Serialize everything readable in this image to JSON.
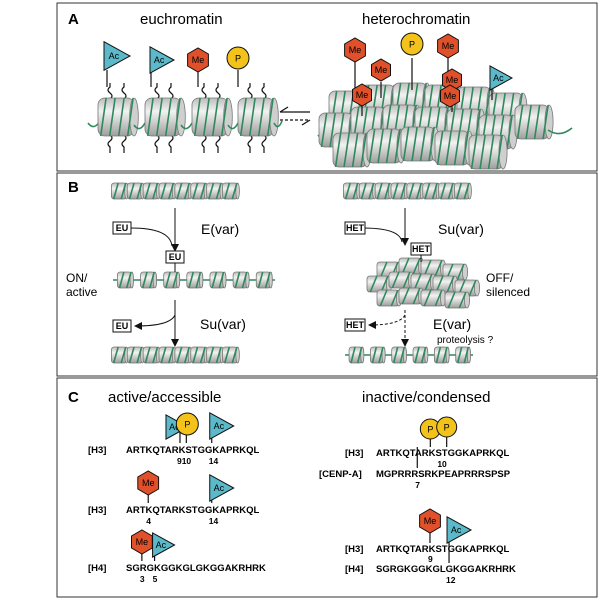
{
  "panel_a": {
    "letter": "A",
    "left_heading": "euchromatin",
    "right_heading": "heterochromatin",
    "marks": {
      "ac": "Ac",
      "me": "Me",
      "p": "P"
    }
  },
  "panel_b": {
    "letter": "B",
    "left": {
      "box_top": "EU",
      "enhancer": "E(var)",
      "box_middle": "EU",
      "state_line1": "ON/",
      "state_line2": "active",
      "box_bottom": "EU",
      "suppressor": "Su(var)"
    },
    "right": {
      "box_top": "HET",
      "suppressor": "Su(var)",
      "box_middle": "HET",
      "state_line1": "OFF/",
      "state_line2": "silenced",
      "box_bottom": "HET",
      "enhancer": "E(var)",
      "note": "proteolysis ?"
    }
  },
  "panel_c": {
    "letter": "C",
    "left_heading": "active/accessible",
    "right_heading": "inactive/condensed",
    "left_rows": [
      {
        "tag": "[H3]",
        "seq": "ARTKQTARKSTGGKAPRKQL",
        "nums": [
          "910",
          "14"
        ]
      },
      {
        "tag": "[H3]",
        "seq": "ARTKQTARKSTGGKAPRKQL",
        "nums": [
          "4",
          "14"
        ]
      },
      {
        "tag": "[H4]",
        "seq": "SGRGKGGKGLGKGGAKRHRK",
        "nums": [
          "3",
          "5"
        ]
      }
    ],
    "right_rows": [
      {
        "tag": "[H3]",
        "seq": "ARTKQTARKSTGGKAPRKQL",
        "nums": [
          "10"
        ]
      },
      {
        "tag": "[CENP-A]",
        "seq": "MGPRRRSRKPEAPRRRSPSP",
        "nums": [
          "7"
        ]
      },
      {
        "tag": "[H3]",
        "seq": "ARTKQTARKSTGGKAPRKQL",
        "nums": [
          "9"
        ]
      },
      {
        "tag": "[H4]",
        "seq": "SGRGKGGKGLGKGGAKRHRK",
        "nums": [
          "12"
        ]
      }
    ]
  },
  "colors": {
    "ac": "#5bb9c9",
    "me": "#e0502a",
    "p": "#f3c21b",
    "dna": "#2f8a5b",
    "nucleosome": "#d8d8d8"
  }
}
